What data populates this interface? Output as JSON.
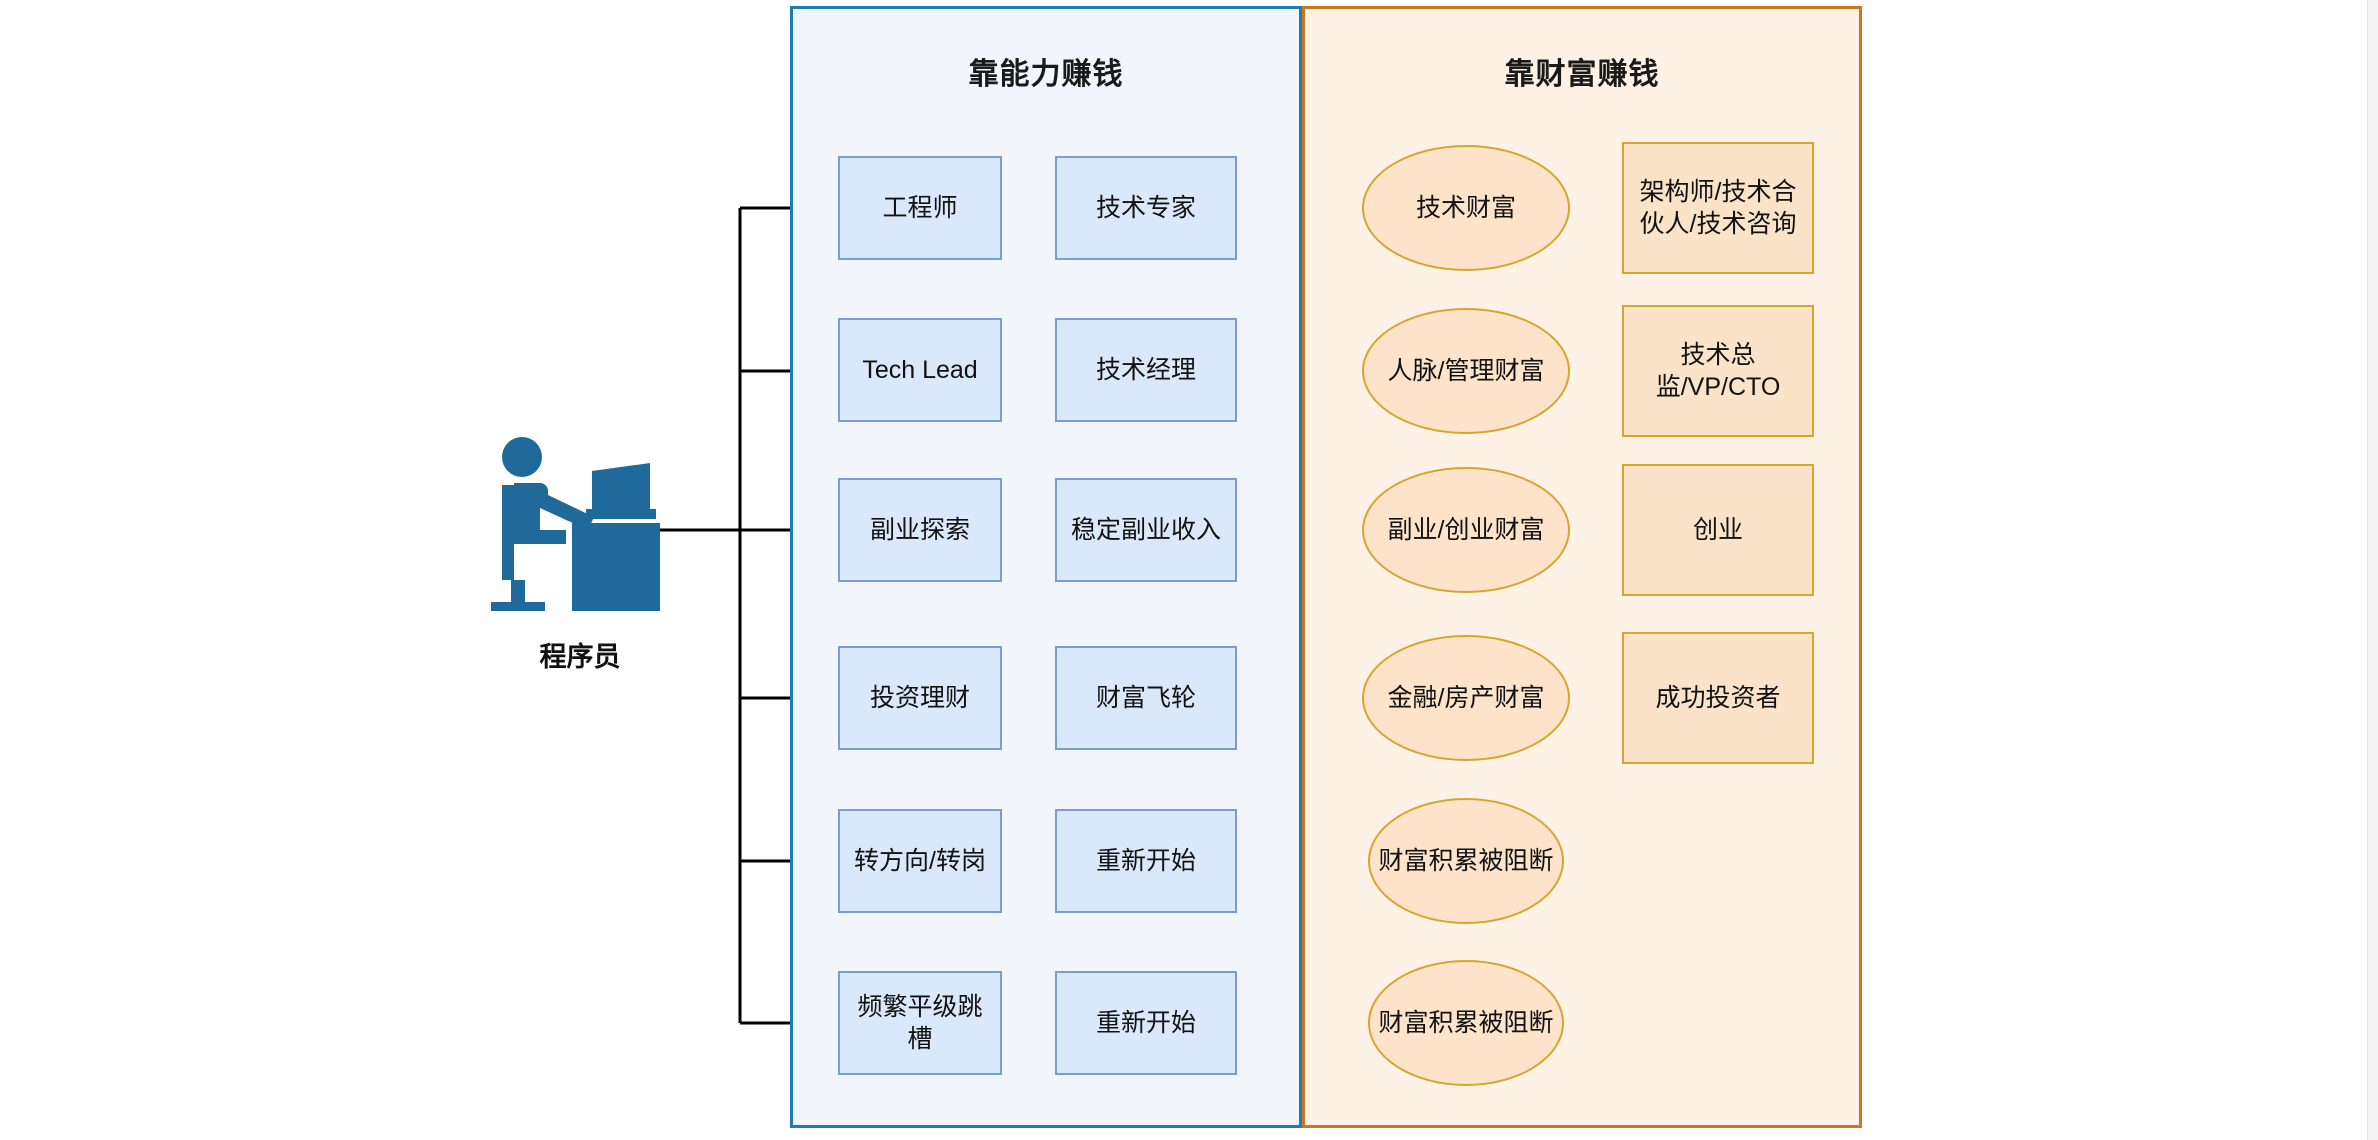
{
  "diagram": {
    "actor": {
      "label": "程序员",
      "icon": "programmer-at-desk-icon",
      "color": "#1f6a9a"
    },
    "panels": [
      {
        "id": "ability",
        "title": "靠能力赚钱",
        "fill": "#f2f6fc",
        "stroke": "#1f7cb4"
      },
      {
        "id": "wealth",
        "title": "靠财富赚钱",
        "fill": "#fdf2e5",
        "stroke": "#c9791c"
      }
    ],
    "colors": {
      "stage_fill": "#dae8fc",
      "stage_stroke": "#7a9dcc",
      "wealth_fill": "#fce3ca",
      "wealth_stroke": "#d6a62c",
      "outcome_fill": "#fae3c8",
      "outcome_stroke": "#d6a62c",
      "arrow": "#000000"
    },
    "rows": [
      {
        "stage1": "工程师",
        "stage2": "技术专家",
        "wealth": "技术财富",
        "outcome": "架构师/技术合伙人/技术咨询",
        "link_style": "solid"
      },
      {
        "stage1": "Tech Lead",
        "stage2": "技术经理",
        "wealth": "人脉/管理财富",
        "outcome": "技术总监/VP/CTO",
        "link_style": "solid"
      },
      {
        "stage1": "副业探索",
        "stage2": "稳定副业收入",
        "wealth": "副业/创业财富",
        "outcome": "创业",
        "link_style": "solid"
      },
      {
        "stage1": "投资理财",
        "stage2": "财富飞轮",
        "wealth": "金融/房产财富",
        "outcome": "成功投资者",
        "link_style": "solid"
      },
      {
        "stage1": "转方向/转岗",
        "stage2": "重新开始",
        "wealth": "财富积累被阻断",
        "outcome": "",
        "link_style": "dashed"
      },
      {
        "stage1": "频繁平级跳槽",
        "stage2": "重新开始",
        "wealth": "财富积累被阻断",
        "outcome": "",
        "link_style": "dashed"
      }
    ]
  }
}
